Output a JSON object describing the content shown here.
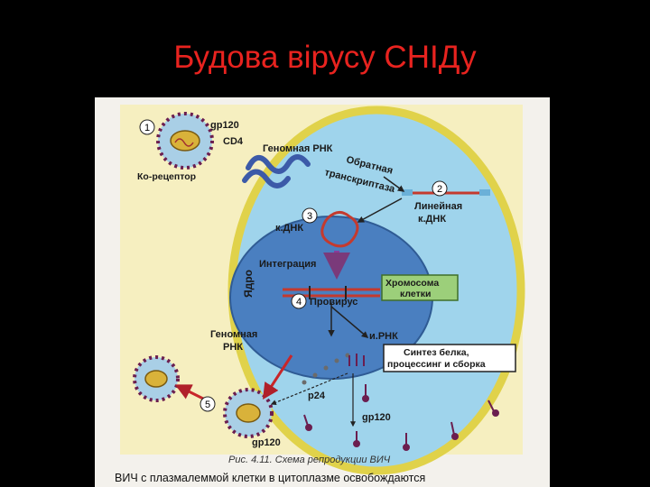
{
  "slide": {
    "title": "Будова вірусу СНІДу"
  },
  "diagram": {
    "steps": [
      "1",
      "2",
      "3",
      "4",
      "5"
    ],
    "labels": {
      "gp120_top": "gp120",
      "cd4": "CD4",
      "coreceptor": "Ко-рецептор",
      "genomic_rna": "Геномная РНК",
      "rt_line1": "Обратная",
      "rt_line2": "транскриптаза",
      "linear_dna_1": "Линейная",
      "linear_dna_2": "к.ДНК",
      "cdna": "к.ДНК",
      "nucleus": "Ядро",
      "integration": "Интеграция",
      "chromosome_1": "Хромосома",
      "chromosome_2": "клетки",
      "provirus": "Провирус",
      "genomic_rna2_1": "Геномная",
      "genomic_rna2_2": "РНК",
      "mrna": "и.РНК",
      "synthesis_1": "Синтез белка,",
      "synthesis_2": "процессинг и сборка",
      "p24": "p24",
      "gp120_mid": "gp120",
      "gp120_bottom": "gp120"
    },
    "caption": "Рис. 4.11. Схема репродукции ВИЧ",
    "bottom_text": "ВИЧ с плазмалеммой клетки в цитоплазме освобождаются"
  }
}
